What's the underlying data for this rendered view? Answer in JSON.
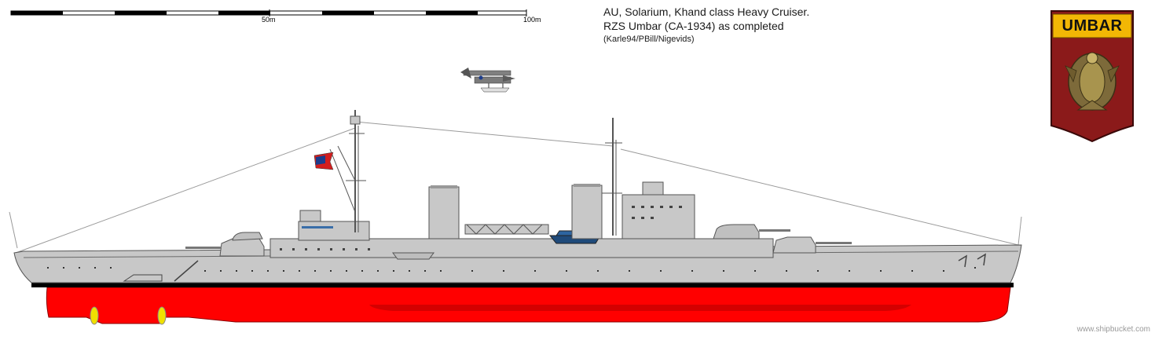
{
  "caption": {
    "line1": "AU, Solarium, Khand class Heavy Cruiser.",
    "line2": "RZS Umbar (CA-1934) as completed",
    "line3": "(Karle94/PBill/Nigevids)"
  },
  "scale_bar": {
    "mid_label": "50m",
    "end_label": "100m"
  },
  "emblem": {
    "title": "UMBAR",
    "banner_color": "#f2b705",
    "shield_color": "#8b1a1a"
  },
  "watermark": "www.shipbucket.com",
  "colors": {
    "hull_grey": "#c8c8c8",
    "hull_red": "#ff0000",
    "propeller_yellow": "#f0e000",
    "boot_black": "#000000"
  }
}
